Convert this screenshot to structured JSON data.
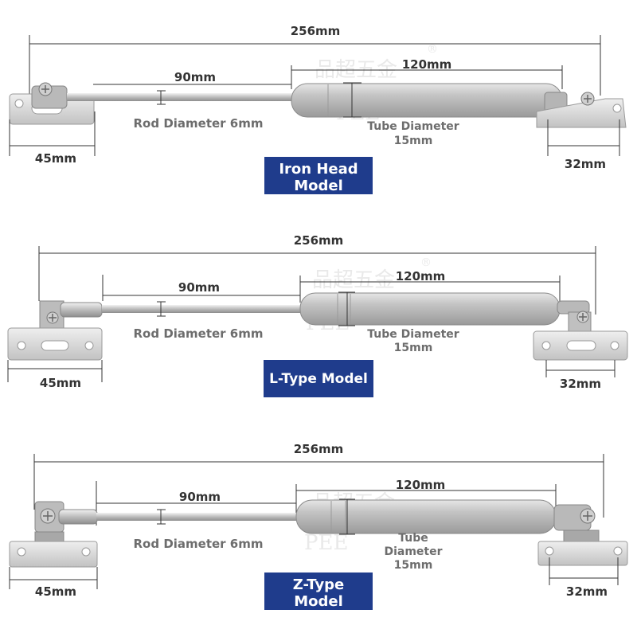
{
  "colors": {
    "badge": "#1f3c8c",
    "tube": "#bdbdbd",
    "rod": "#d2d2d2",
    "dimension_line": "#333333",
    "label_text": "#6d6d6d"
  },
  "models": [
    {
      "id": "iron-head",
      "badge_lines": [
        "Iron Head",
        "Model"
      ],
      "total_length": "256mm",
      "rod_length": "90mm",
      "tube_length": "120mm",
      "rod_diameter": "Rod Diameter 6mm",
      "tube_diameter_lines": [
        "Tube Diameter",
        "15mm"
      ],
      "left_bracket": "45mm",
      "right_bracket": "32mm"
    },
    {
      "id": "l-type",
      "badge_lines": [
        "L-Type Model"
      ],
      "total_length": "256mm",
      "rod_length": "90mm",
      "tube_length": "120mm",
      "rod_diameter": "Rod Diameter 6mm",
      "tube_diameter_lines": [
        "Tube Diameter",
        "15mm"
      ],
      "left_bracket": "45mm",
      "right_bracket": "32mm"
    },
    {
      "id": "z-type",
      "badge_lines": [
        "Z-Type",
        "Model"
      ],
      "total_length": "256mm",
      "rod_length": "90mm",
      "tube_length": "120mm",
      "rod_diameter": "Rod Diameter 6mm",
      "tube_diameter_lines": [
        "Tube",
        "Diameter",
        "15mm"
      ],
      "left_bracket": "45mm",
      "right_bracket": "32mm"
    }
  ],
  "watermark": {
    "chinese": "品超五金",
    "latin": "PEE",
    "mark": "®"
  }
}
